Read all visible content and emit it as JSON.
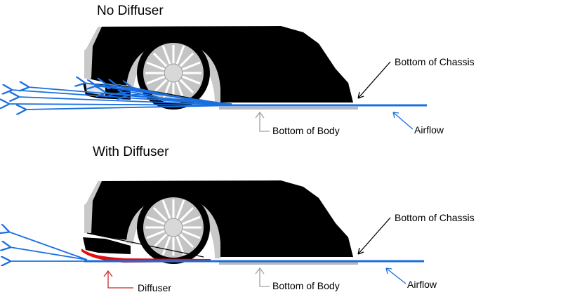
{
  "panels": [
    {
      "title": "No Diffuser",
      "labels": {
        "chassis": "Bottom of Chassis",
        "body": "Bottom of Body",
        "airflow": "Airflow"
      }
    },
    {
      "title": "With Diffuser",
      "labels": {
        "chassis": "Bottom of Chassis",
        "body": "Bottom of Body",
        "airflow": "Airflow",
        "diffuser": "Diffuser"
      }
    }
  ],
  "colors": {
    "car_body": "#000000",
    "wheel": "#c0c0c0",
    "airflow": "#1a6fe0",
    "body_line": "#b8b8b8",
    "diffuser": "#e01010",
    "label_arrow_body": "#a0a0a0",
    "label_arrow_diffuser": "#cc2a2a"
  },
  "icons": {
    "car": "car-side-icon",
    "wheel": "wheel-icon",
    "arrow": "arrow-icon"
  }
}
